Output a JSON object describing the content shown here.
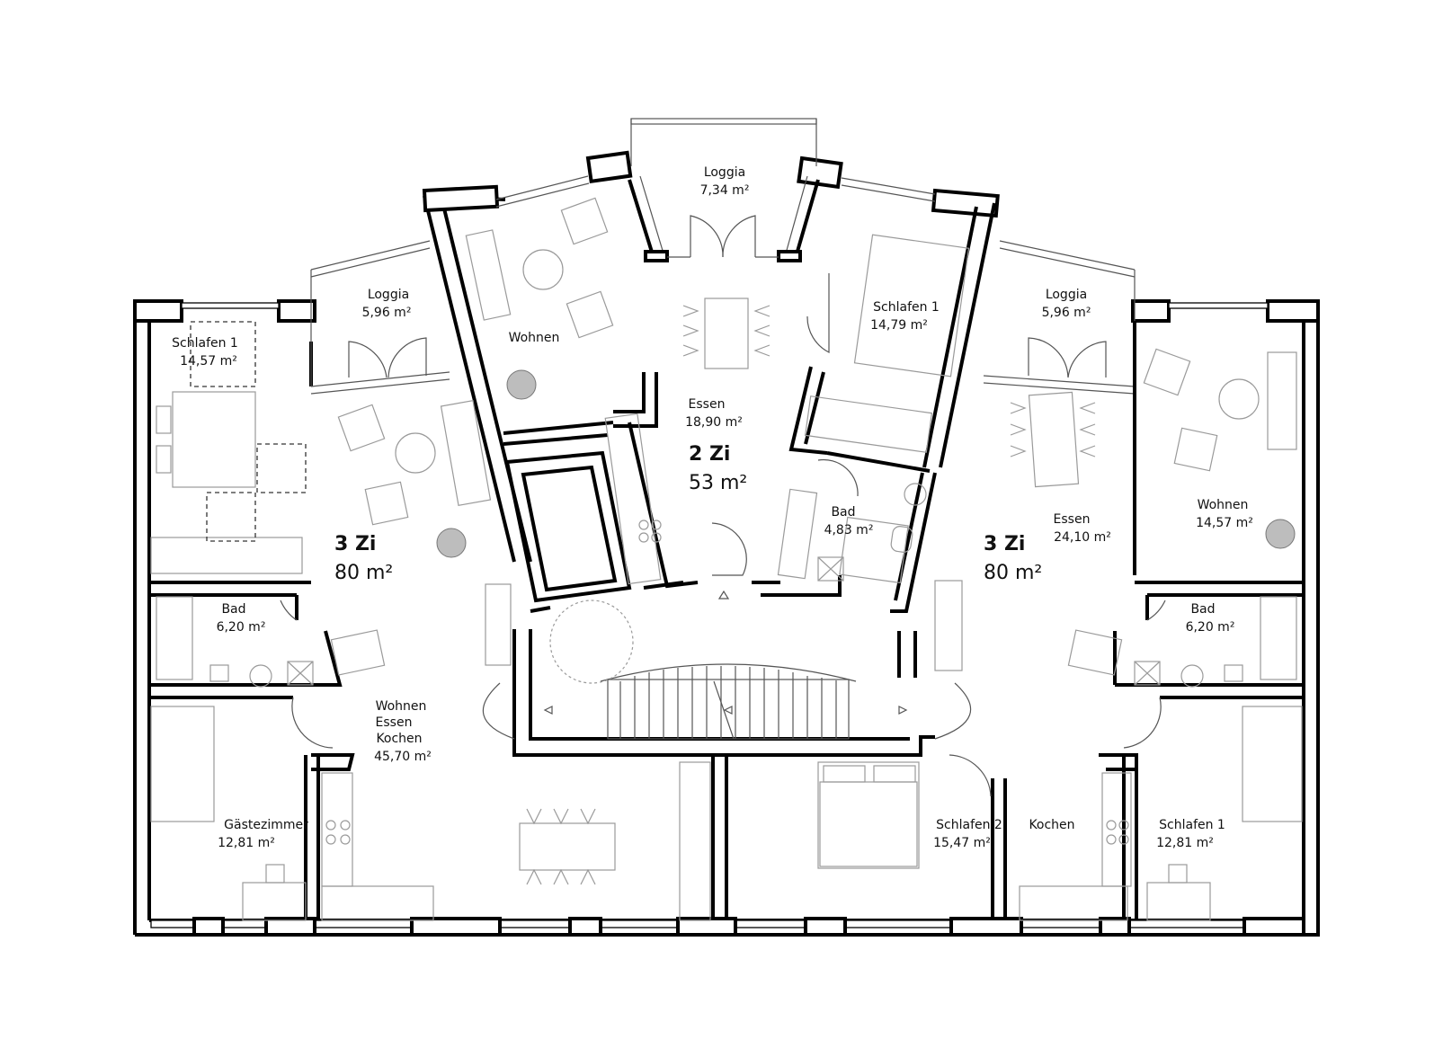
{
  "rooms": {
    "left_schlafen1": {
      "name": "Schlafen 1",
      "area": "14,57 m²"
    },
    "left_loggia": {
      "name": "Loggia",
      "area": "5,96 m²"
    },
    "left_bad": {
      "name": "Bad",
      "area": "6,20 m²"
    },
    "left_wek": {
      "name1": "Wohnen",
      "name2": "Essen",
      "name3": "Kochen",
      "area": "45,70 m²"
    },
    "left_gaeste": {
      "name": "Gästezimmer",
      "area": "12,81 m²"
    },
    "c_loggia": {
      "name": "Loggia",
      "area": "7,34 m²"
    },
    "c_wohnen": {
      "name": "Wohnen"
    },
    "c_essen": {
      "name": "Essen",
      "area": "18,90 m²"
    },
    "c_schlafen1": {
      "name": "Schlafen 1",
      "area": "14,79 m²"
    },
    "c_bad": {
      "name": "Bad",
      "area": "4,83 m²"
    },
    "r_loggia": {
      "name": "Loggia",
      "area": "5,96 m²"
    },
    "r_essen": {
      "name": "Essen",
      "area": "24,10 m²"
    },
    "r_wohnen": {
      "name": "Wohnen",
      "area": "14,57 m²"
    },
    "r_bad": {
      "name": "Bad",
      "area": "6,20 m²"
    },
    "r_schlafen2": {
      "name": "Schlafen 2",
      "area": "15,47 m²"
    },
    "r_kochen": {
      "name": "Kochen"
    },
    "r_schlafen1": {
      "name": "Schlafen 1",
      "area": "12,81 m²"
    }
  },
  "units": {
    "left": {
      "rooms": "3 Zi",
      "area": "80 m²"
    },
    "center": {
      "rooms": "2 Zi",
      "area": "53 m²"
    },
    "right": {
      "rooms": "3 Zi",
      "area": "80 m²"
    }
  }
}
